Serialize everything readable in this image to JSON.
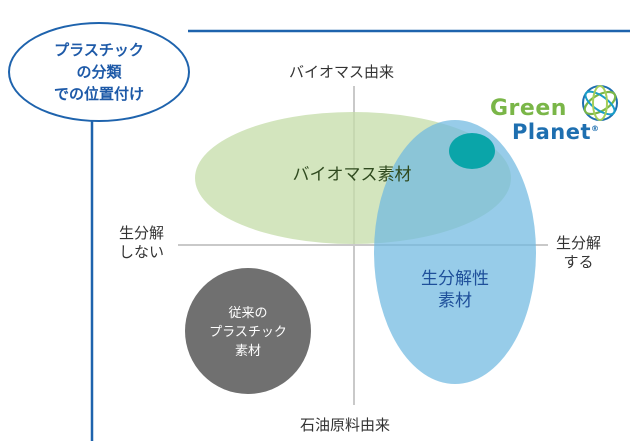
{
  "badge": {
    "lines": [
      "プラスチック",
      "の分類",
      "での位置付け"
    ]
  },
  "axes": {
    "top": "バイオマス由来",
    "bottom": "石油原料由来",
    "left": [
      "生分解",
      "しない"
    ],
    "right": [
      "生分解",
      "する"
    ]
  },
  "regions": {
    "biomass": "バイオマス素材",
    "biodegradable": [
      "生分解性",
      "素材"
    ],
    "conventional": [
      "従来の",
      "プラスチック",
      "素材"
    ]
  },
  "logo": {
    "word1": "Green",
    "word2": "Planet",
    "mark": "®"
  },
  "colors": {
    "frame_blue": "#1e63ad",
    "biomass_fill": "#d7e7c4",
    "biodegradable_fill": "#8ec8e8",
    "overlap_fill": "#7bbcc6",
    "conventional_fill": "#707070",
    "green_planet_dot": "#0aa5a9"
  }
}
